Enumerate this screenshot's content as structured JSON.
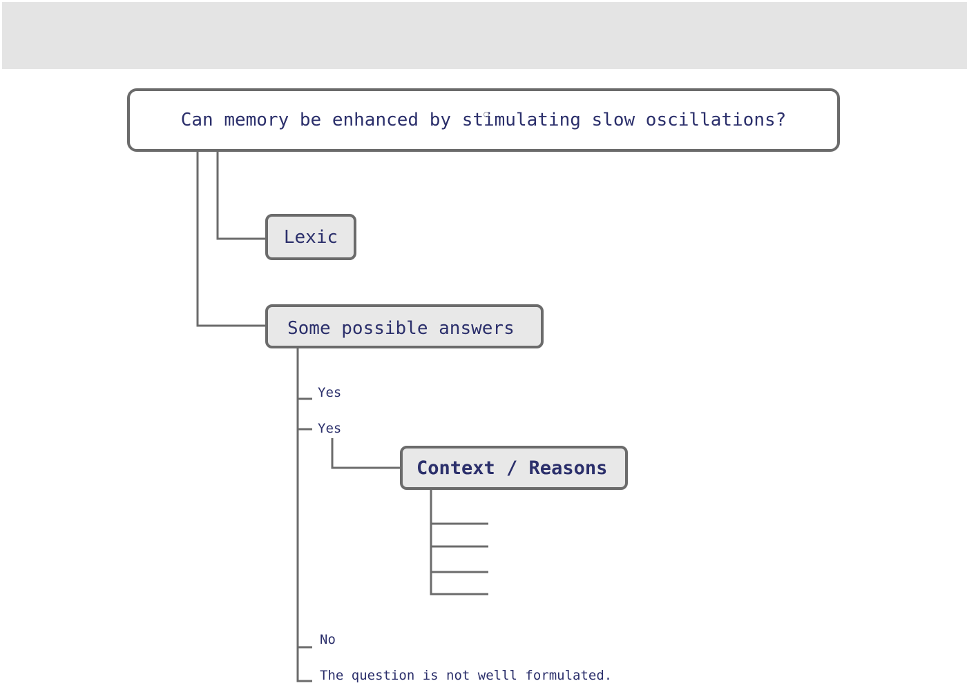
{
  "mindmap": {
    "root": {
      "label": "Can memory be enhanced by stimulating slow oscillations?"
    },
    "branches": {
      "lexic": {
        "label": "Lexic"
      },
      "answers": {
        "label": "Some possible answers",
        "children": [
          {
            "label": "Yes"
          },
          {
            "label": "Yes"
          },
          {
            "label": "No"
          },
          {
            "label": "The question is not welll formulated."
          }
        ],
        "context": {
          "label": "Context / Reasons",
          "empty_children": 4
        }
      }
    }
  },
  "colors": {
    "node_border": "#6b6b6b",
    "node_fill": "#e8e8e8",
    "text": "#2b2f6b",
    "topbar": "#e4e4e4"
  }
}
